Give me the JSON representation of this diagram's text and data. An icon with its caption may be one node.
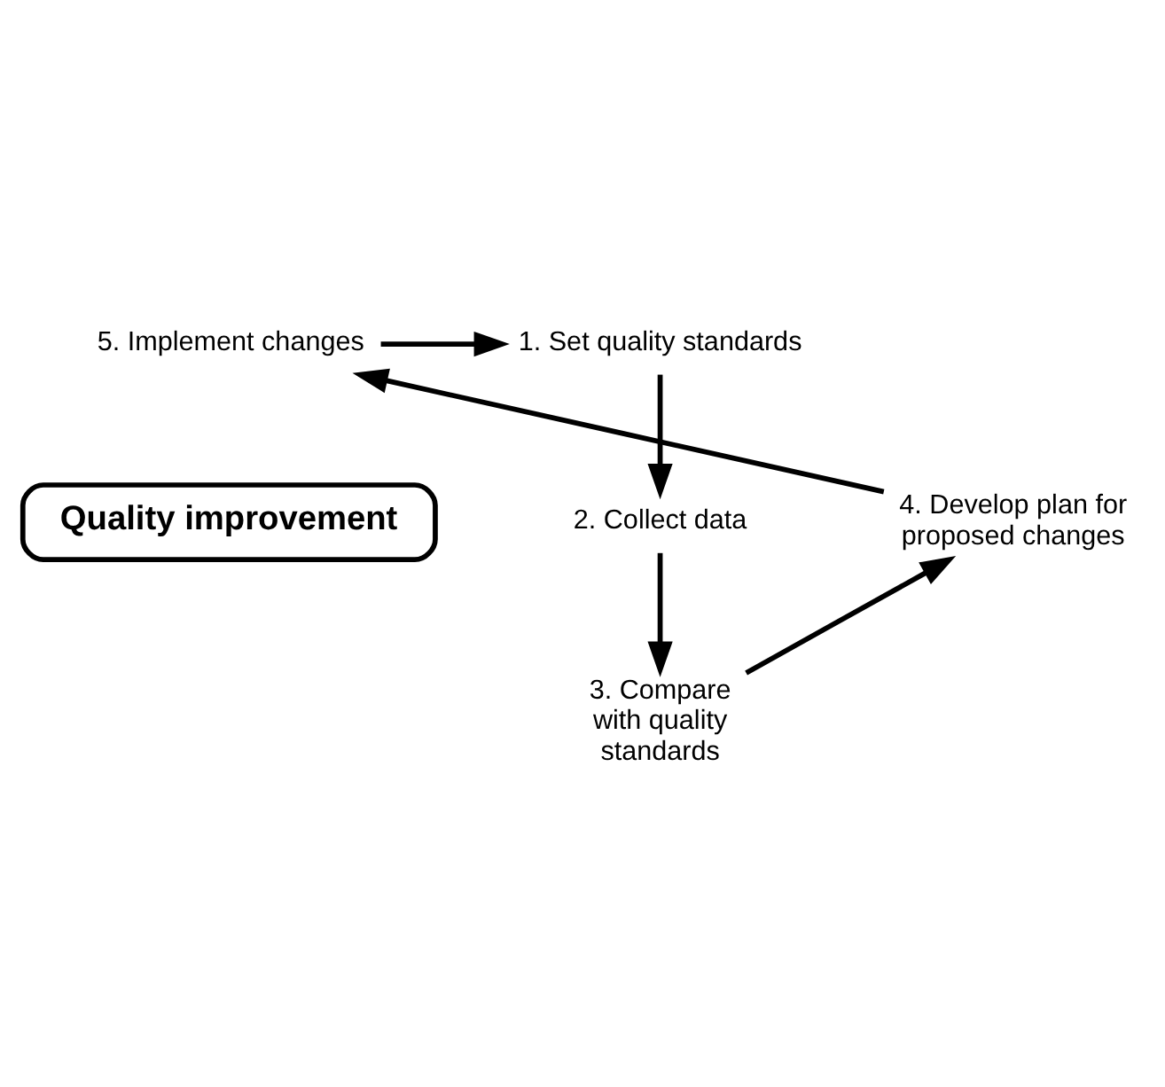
{
  "diagram": {
    "nodes": [
      {
        "text": [
          "Quality improvement"
        ]
      },
      {
        "text": [
          "1. Set quality standards"
        ]
      },
      {
        "text": [
          "2. Collect data"
        ]
      },
      {
        "text": [
          "3. Compare with quality standards"
        ]
      },
      {
        "text": [
          "4. Develop plan for proposed changes"
        ]
      },
      {
        "text": [
          "5. Implement changes"
        ]
      }
    ],
    "edges": [
      {
        "from": 5,
        "to": 1,
        "arrow": "to"
      },
      {
        "from": 1,
        "to": 2,
        "arrow": "to"
      },
      {
        "from": 2,
        "to": 3,
        "arrow": "to"
      },
      {
        "from": 3,
        "to": 4,
        "arrow": "to"
      },
      {
        "from": 4,
        "to": 5,
        "arrow": "to"
      }
    ]
  }
}
